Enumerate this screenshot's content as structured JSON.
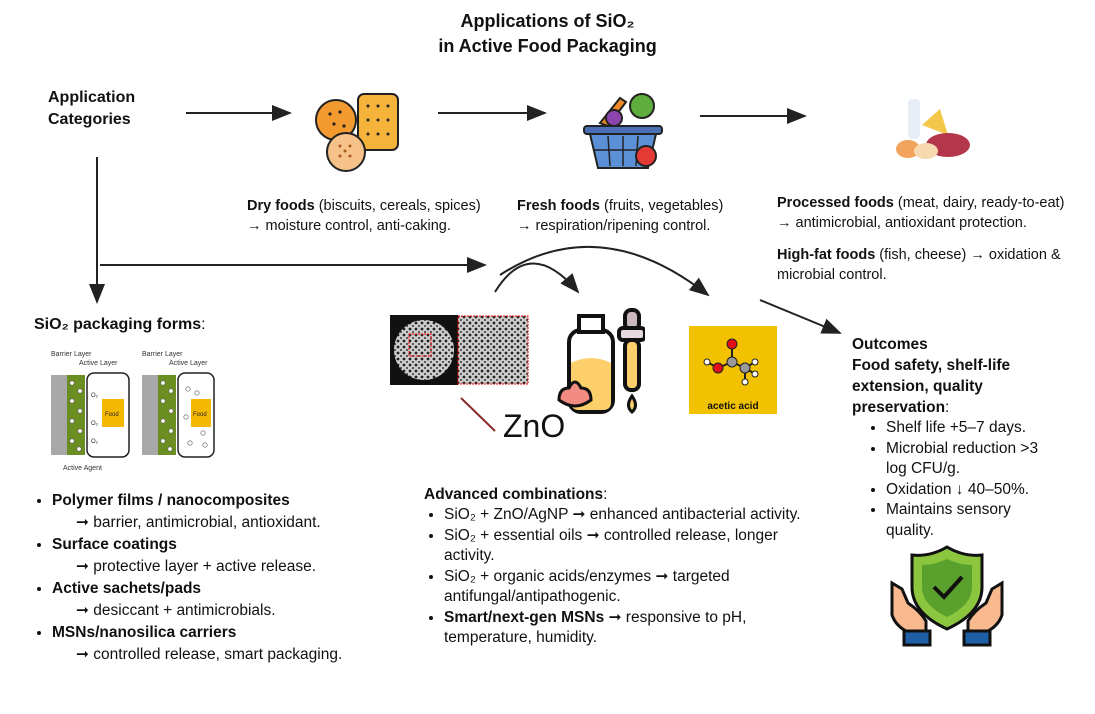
{
  "title": {
    "line1": "Applications of SiO₂",
    "line2": "in Active Food Packaging"
  },
  "categories_label": {
    "line1": "Application",
    "line2": "Categories"
  },
  "foods": {
    "dry": {
      "bold": "Dry foods",
      "rest": " (biscuits, cereals, spices)",
      "line2": "→ moisture control, anti-caking."
    },
    "fresh": {
      "bold": "Fresh foods",
      "rest": " (fruits, vegetables)",
      "line2": "→ respiration/ripening control."
    },
    "processed": {
      "bold": "Processed foods",
      "rest": " (meat, dairy, ready-to-eat)",
      "line2": "→ antimicrobial, antioxidant protection."
    },
    "highfat": {
      "bold": "High-fat foods",
      "rest": " (fish, cheese) → oxidation &",
      "line2": "microbial control."
    }
  },
  "forms": {
    "heading_bold": "SiO₂ packaging forms",
    "heading_rest": ":",
    "diagram": {
      "barrier": "Barrier Layer",
      "active": "Active Layer",
      "agent": "Active Agent",
      "food": "Food",
      "o2": "O₂"
    },
    "items": [
      {
        "title": "Polymer films / nanocomposites",
        "detail": "➞ barrier, antimicrobial, antioxidant."
      },
      {
        "title": "Surface coatings",
        "detail": "➞ protective layer + active release."
      },
      {
        "title": "Active sachets/pads",
        "detail": "➞ desiccant + antimicrobials."
      },
      {
        "title": "MSNs/nanosilica carriers",
        "detail": "➞ controlled release, smart packaging."
      }
    ]
  },
  "middle": {
    "zno": "ZnO",
    "acetic": "acetic acid"
  },
  "advanced": {
    "heading": "Advanced combinations",
    "heading_rest": ":",
    "items": [
      {
        "bold": "",
        "text": "SiO₂ + ZnO/AgNP ➞ enhanced antibacterial activity."
      },
      {
        "bold": "",
        "text": "SiO₂ + essential oils ➞ controlled release, longer activity."
      },
      {
        "bold": "",
        "text": "SiO₂ + organic acids/enzymes ➞ targeted antifungal/antipathogenic."
      },
      {
        "bold": "Smart/next-gen MSNs",
        "text": " ➞ responsive to pH, temperature, humidity."
      }
    ]
  },
  "outcomes": {
    "heading": "Outcomes",
    "subheading": "Food safety, shelf-life extension, quality preservation",
    "subheading_rest": ":",
    "items": [
      "Shelf life +5–7 days.",
      "Microbial reduction >3 log CFU/g.",
      "Oxidation ↓ 40–50%.",
      "Maintains sensory quality."
    ]
  },
  "colors": {
    "active_layer": "#6b8e23",
    "food": "#f5b800",
    "acetic_bg": "#f2c200",
    "shield": "#8cc63f",
    "hands": "#f9b98f",
    "sleeve": "#1f5fa8",
    "zno_line": "#8b2a2a"
  }
}
